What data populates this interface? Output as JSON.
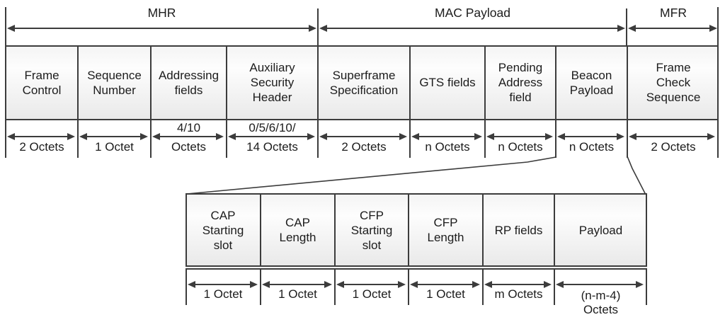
{
  "title": "Beacon frame format diagram",
  "colors": {
    "line": "#3c3c3c",
    "text": "#1c1c1c",
    "cell_fill_top": "#f4f4f4",
    "cell_fill_bottom": "#e9e9e9",
    "background": "#ffffff"
  },
  "spans": [
    {
      "label": "MHR"
    },
    {
      "label": "MAC Payload"
    },
    {
      "label": "MFR"
    }
  ],
  "main_row": {
    "cells": [
      {
        "label": "Frame Control",
        "size": "2 Octets"
      },
      {
        "label": "Sequence Number",
        "size": "1 Octet"
      },
      {
        "label": "Addressing fields",
        "size_above": "4/10",
        "size": "Octets"
      },
      {
        "label": "Auxiliary Security Header",
        "size_above": "0/5/6/10/",
        "size": "14 Octets"
      },
      {
        "label": "Superframe Specification",
        "size": "2 Octets"
      },
      {
        "label": "GTS fields",
        "size": "n Octets"
      },
      {
        "label": "Pending Address field",
        "size": "n Octets"
      },
      {
        "label": "Beacon Payload",
        "size": "n Octets"
      },
      {
        "label": "Frame Check Sequence",
        "size": "2 Octets"
      }
    ]
  },
  "detail_row": {
    "cells": [
      {
        "label": "CAP Starting slot",
        "size": "1 Octet"
      },
      {
        "label": "CAP Length",
        "size": "1 Octet"
      },
      {
        "label": "CFP Starting slot",
        "size": "1 Octet"
      },
      {
        "label": "CFP Length",
        "size": "1 Octet"
      },
      {
        "label": "RP fields",
        "size": "m Octets"
      },
      {
        "label": "Payload",
        "size": "(n-m-4)",
        "size_line2": "Octets"
      }
    ]
  }
}
